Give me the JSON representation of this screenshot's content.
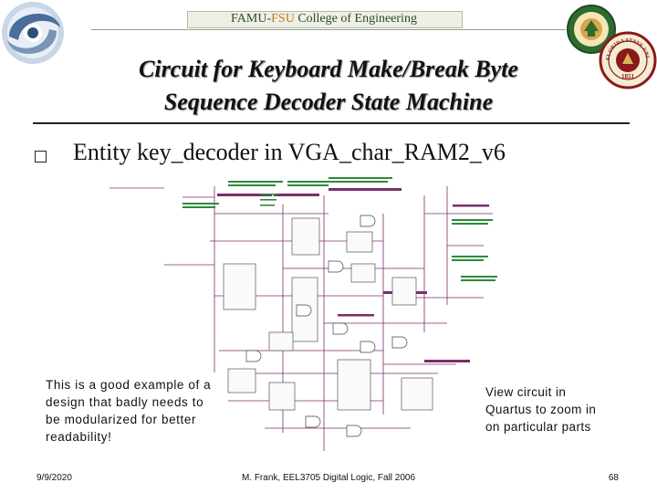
{
  "header": {
    "prefix": "FAMU-",
    "fsu": "FSU",
    "suffix": " College of Engineering"
  },
  "slide": {
    "title_line1": "Circuit for Keyboard Make/Break Byte",
    "title_line2": "Sequence Decoder State Machine",
    "bullet": "Entity key_decoder in VGA_char_RAM2_v6"
  },
  "notes": {
    "left": "This is a good example of a design that badly needs to be modularized for better readability!",
    "right": "View circuit in Quartus to zoom in on particular parts"
  },
  "seal": {
    "text": "FLORIDA STATE UNIVERSITY",
    "year": "1851"
  },
  "footer": {
    "date": "9/9/2020",
    "center": "M. Frank, EEL3705 Digital Logic, Fall 2006",
    "page": "68"
  },
  "colors": {
    "header_text": "#2a4b2a",
    "fsu_accent": "#c47a1a",
    "schematic_wire": "#7b2d6b",
    "seal_garnet": "#8b1a1a"
  }
}
